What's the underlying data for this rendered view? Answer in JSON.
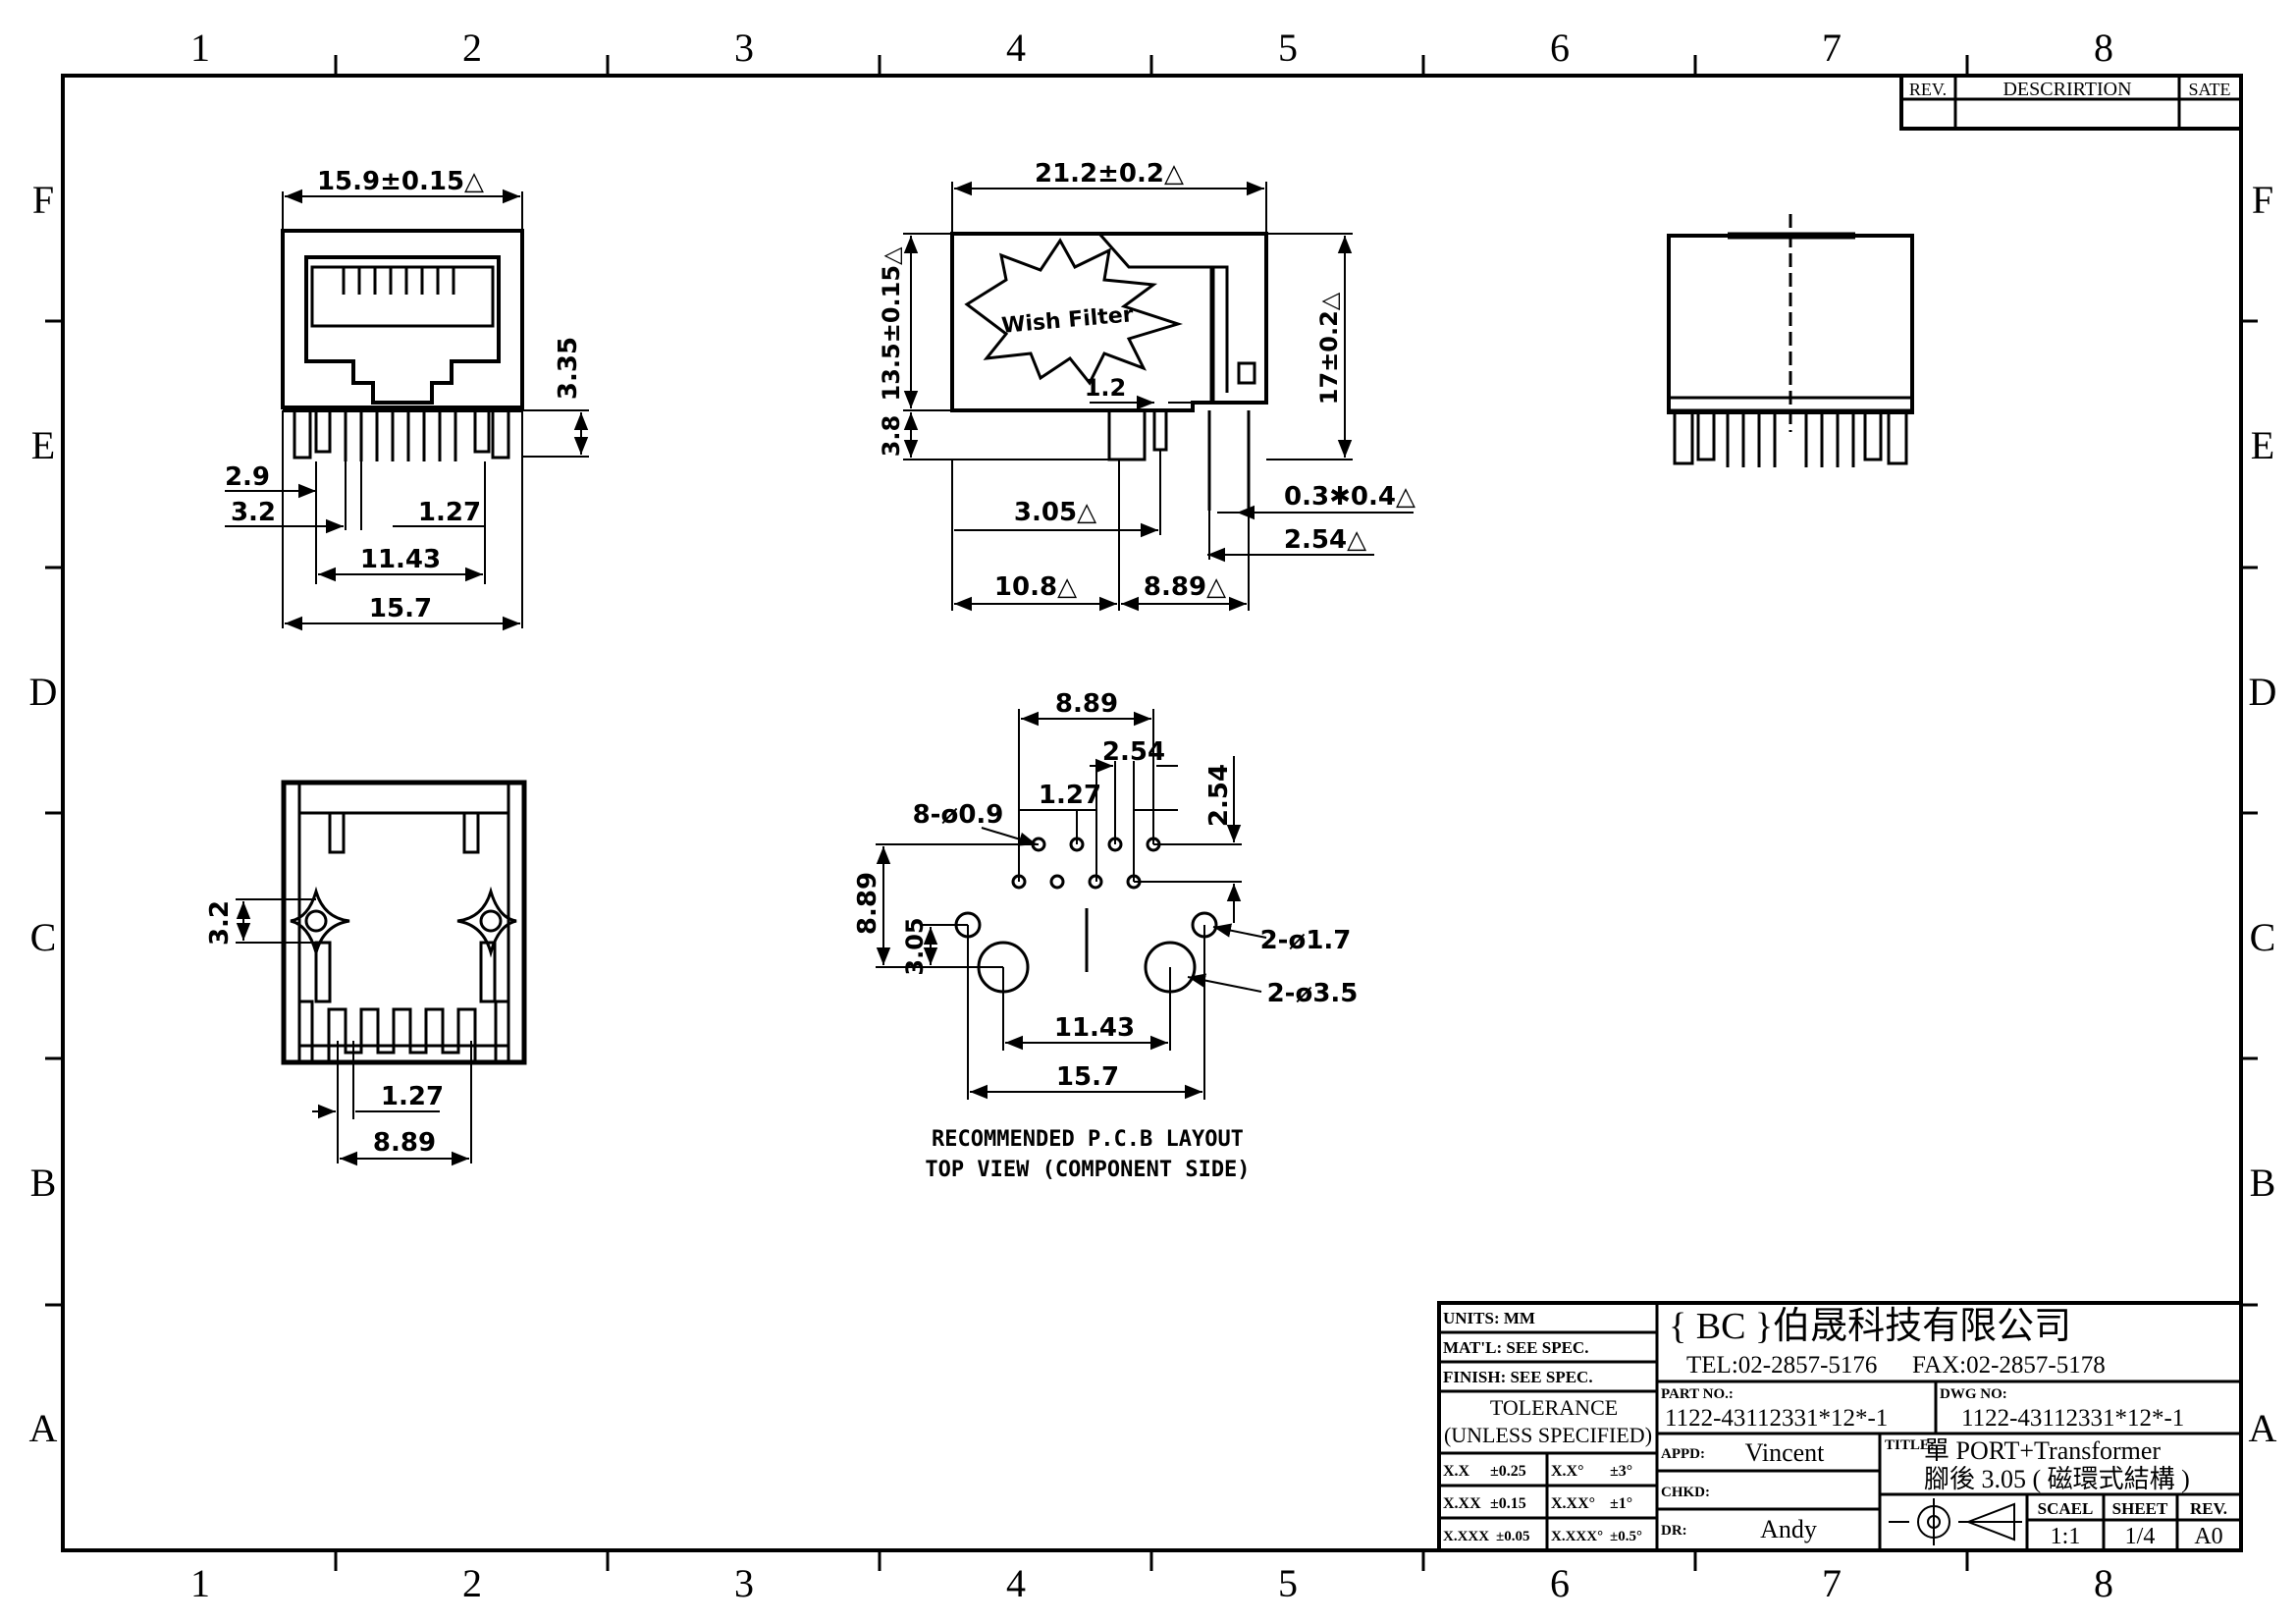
{
  "grid": {
    "columns": [
      "1",
      "2",
      "3",
      "4",
      "5",
      "6",
      "7",
      "8"
    ],
    "rows": [
      "F",
      "E",
      "D",
      "C",
      "B",
      "A"
    ]
  },
  "revision_block": {
    "rev": "REV.",
    "description": "DESCRIRTION",
    "date": "SATE"
  },
  "front_view": {
    "width": "15.9±0.15△",
    "height": "3.35",
    "d1": "2.9",
    "d2": "3.2",
    "pitch": "1.27",
    "span1": "11.43",
    "span2": "15.7"
  },
  "side_view": {
    "length": "21.2±0.2△",
    "height1": "13.5±0.15△",
    "height2": "17±0.2△",
    "d12": "1.2",
    "d38": "3.8",
    "d305": "3.05△",
    "pin": "0.3✱0.4△",
    "d254": "2.54△",
    "d108": "10.8△",
    "d889": "8.89△",
    "logo": "Wish Filter"
  },
  "bottom_view": {
    "d32": "3.2",
    "pitch": "1.27",
    "span": "8.89"
  },
  "pcb_layout": {
    "d889_top": "8.89",
    "d254_top": "2.54",
    "d127": "1.27",
    "d254_right": "2.54",
    "holes_small": "8-ø0.9",
    "d889_left": "8.89",
    "d305": "3.05",
    "holes_mid": "2-ø1.7",
    "holes_big": "2-ø3.5",
    "d1143": "11.43",
    "d157": "15.7",
    "caption_line1": "RECOMMENDED P.C.B LAYOUT",
    "caption_line2": "TOP VIEW (COMPONENT SIDE)"
  },
  "title_block": {
    "units": "UNITS: MM",
    "matl": "MAT'L: SEE SPEC.",
    "finish": "FINISH: SEE SPEC.",
    "tolerance_title": "TOLERANCE",
    "tolerance_sub": "(UNLESS SPECIFIED)",
    "tol_rows": [
      [
        "X.X",
        "±0.25",
        "X.X°",
        "±3°"
      ],
      [
        "X.XX",
        "±0.15",
        "X.XX°",
        "±1°"
      ],
      [
        "X.XXX",
        "±0.05",
        "X.XXX°",
        "±0.5°"
      ]
    ],
    "company": "{ BC }伯晟科技有限公司",
    "tel": "TEL:02-2857-5176",
    "fax": "FAX:02-2857-5178",
    "part_no_label": "PART NO.:",
    "part_no": "1122-43112331*12*-1",
    "dwg_no_label": "DWG NO:",
    "dwg_no": "1122-43112331*12*-1",
    "appd_label": "APPD:",
    "appd": "Vincent",
    "chkd_label": "CHKD:",
    "chkd": "",
    "dr_label": "DR:",
    "dr": "Andy",
    "title_label": "TITLE:",
    "title_line1": "單 PORT+Transformer",
    "title_line2": "腳後 3.05 ( 磁環式結構 )",
    "scale_label": "SCAEL",
    "sheet_label": "SHEET",
    "rev_label": "REV.",
    "scale": "1:1",
    "sheet": "1/4",
    "rev": "A0"
  }
}
